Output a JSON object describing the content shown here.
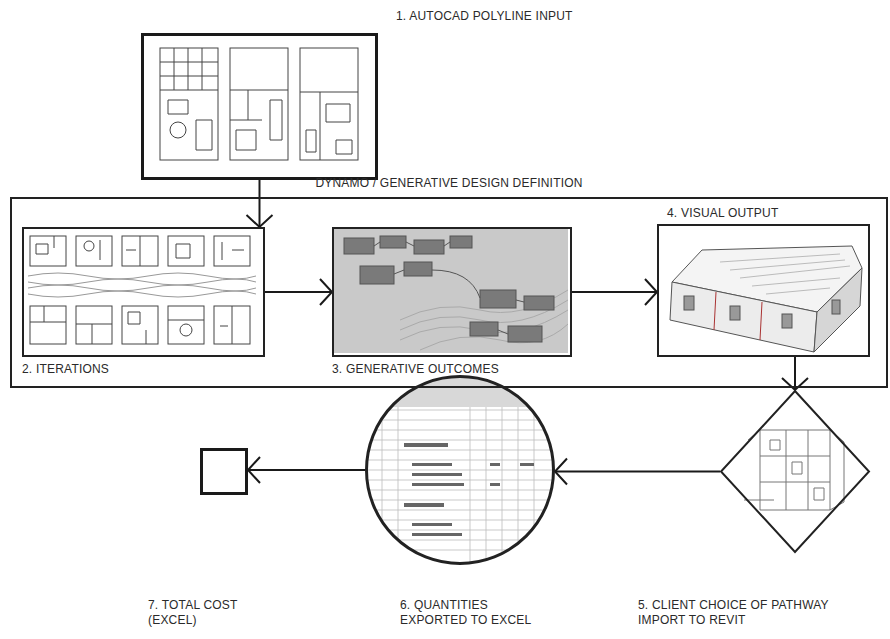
{
  "diagram": {
    "nodes": [
      {
        "text": [
          "1. AUTOCAD POLYLINE INPUT"
        ]
      },
      {
        "text": [
          "DYNAMO / GENERATIVE DESIGN DEFINITION"
        ]
      },
      {
        "text": [
          "2. ITERATIONS"
        ],
        "in": 1
      },
      {
        "text": [
          "3. GENERATIVE OUTCOMES"
        ],
        "in": 1
      },
      {
        "text": [
          "4. VISUAL OUTPUT"
        ],
        "in": 1
      },
      {
        "text": [
          "5. CLIENT CHOICE OF PATHWAY IMPORT TO REVIT"
        ]
      },
      {
        "text": [
          "6. QUANTITIES EXPORTED TO EXCEL"
        ]
      },
      {
        "text": [
          "7. TOTAL COST (EXCEL)"
        ]
      }
    ],
    "edges": [
      {
        "from": 0,
        "to": 2,
        "arrow": "to"
      },
      {
        "from": 2,
        "to": 3,
        "arrow": "to"
      },
      {
        "from": 3,
        "to": 4,
        "arrow": "to"
      },
      {
        "from": 4,
        "to": 5,
        "arrow": "to"
      },
      {
        "from": 5,
        "to": 6,
        "arrow": "to"
      },
      {
        "from": 6,
        "to": 7,
        "arrow": "to"
      }
    ]
  }
}
